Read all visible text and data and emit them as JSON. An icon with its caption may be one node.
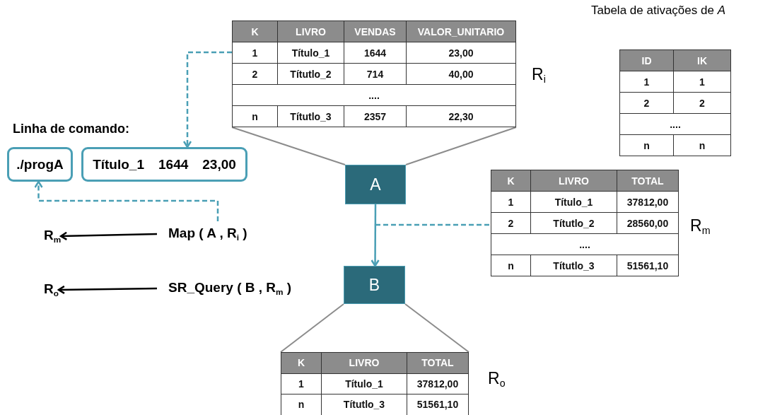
{
  "diagram": {
    "nodes": [
      {
        "text": [
          "K",
          "LIVRO",
          "VENDAS",
          "VALOR_UNITARIO",
          "1",
          "Título_1",
          "1644",
          "23,00",
          "2",
          "Títutlo_2",
          "714",
          "40,00",
          "....",
          "n",
          "Títutlo_3",
          "2357",
          "22,30"
        ],
        "beside": [
          "R$_{i}$"
        ]
      },
      {
        "text": [
          "./progA"
        ]
      },
      {
        "text": [
          "Título_1",
          "1644",
          "23,00"
        ]
      },
      {
        "text": [
          "A"
        ]
      },
      {
        "text": [
          "B"
        ]
      },
      {
        "text": [
          "K",
          "LIVRO",
          "TOTAL",
          "1",
          "Título_1",
          "37812,00",
          "2",
          "Títutlo_2",
          "28560,00",
          "....",
          "n",
          "Títutlo_3",
          "51561,10"
        ],
        "beside": [
          "R$_{m}$"
        ]
      },
      {
        "text": [
          "K",
          "LIVRO",
          "TOTAL",
          "1",
          "Título_1",
          "37812,00",
          "n",
          "Títutlo_3",
          "51561,10"
        ],
        "beside": [
          "R$_{o}$"
        ]
      },
      {
        "text": [
          "ID",
          "IK",
          "1",
          "1",
          "2",
          "2",
          "....",
          "n",
          "n"
        ],
        "beside": [
          "Tabela de ativações de *A*"
        ]
      },
      {
        "text": [
          "Map ( A , R$_{i}$ )"
        ]
      },
      {
        "text": [
          "R$_{m}$"
        ]
      },
      {
        "text": [
          "SR_Query ( B , R$_{m}$ )"
        ]
      },
      {
        "text": [
          "R$_{o}$"
        ]
      }
    ],
    "edges": [
      {
        "from": 0,
        "to": 2,
        "arrow": "to",
        "style": "dashed",
        "color": "#4a9fb5"
      },
      {
        "from": 3,
        "to": 0,
        "arrow": "none"
      },
      {
        "from": 3,
        "to": 0,
        "arrow": "none"
      },
      {
        "from": 8,
        "to": 1,
        "arrow": "to",
        "style": "dashed",
        "color": "#4a9fb5"
      },
      {
        "from": 3,
        "to": 4,
        "arrow": "to",
        "color": "#4a9fb5"
      },
      {
        "from": null,
        "to": 5,
        "arrow": "none",
        "style": "dashed",
        "color": "#4a9fb5"
      },
      {
        "from": 4,
        "to": 6,
        "arrow": "none"
      },
      {
        "from": 4,
        "to": 6,
        "arrow": "none"
      },
      {
        "from": 8,
        "to": 9,
        "arrow": "to",
        "color": "#000000"
      },
      {
        "from": 10,
        "to": 11,
        "arrow": "to",
        "color": "#000000"
      }
    ],
    "labels": [
      "Linha de comando:"
    ]
  }
}
